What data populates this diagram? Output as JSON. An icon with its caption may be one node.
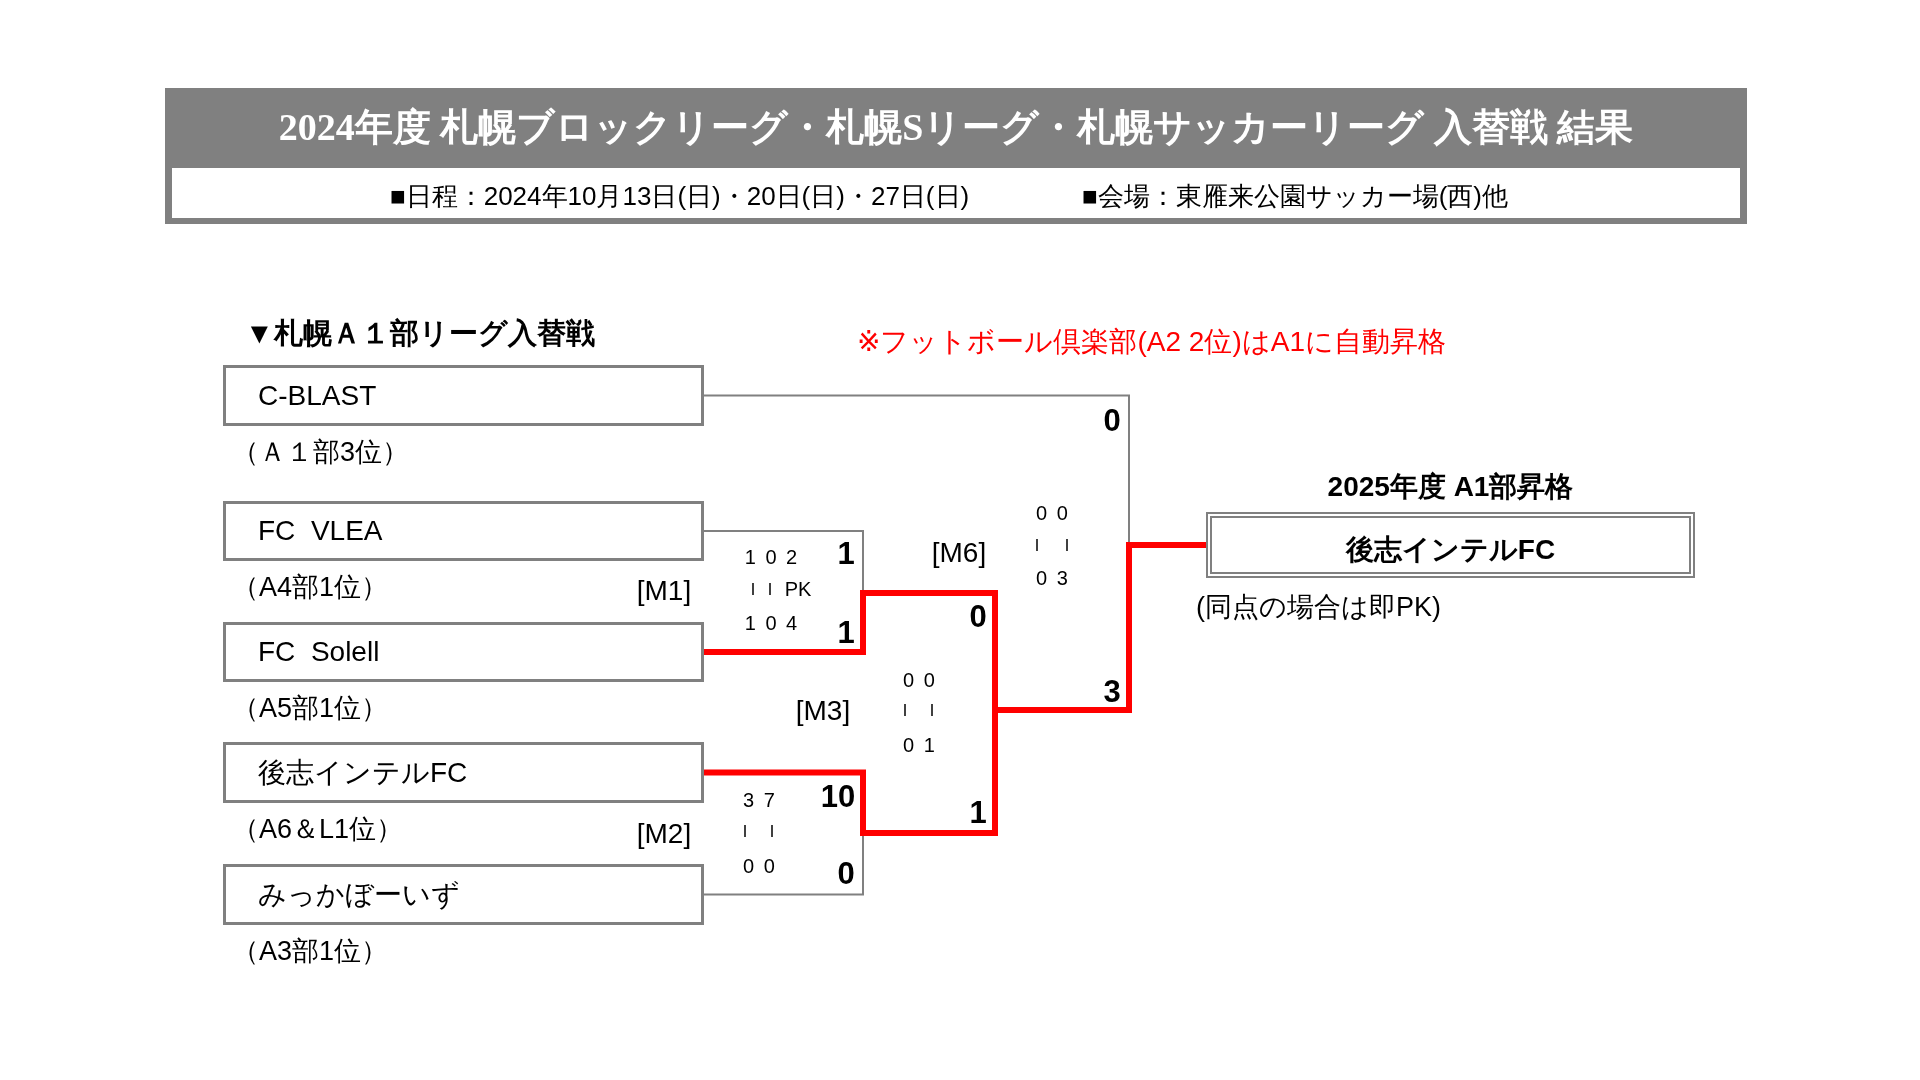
{
  "diagram": {
    "title": "2024年度 札幌ブロックリーグ・札幌Sリーグ・札幌サッカーリーグ 入替戦 結果",
    "nodes": [
      {
        "text": [
          "C-BLAST"
        ],
        "beside": [
          "（Ａ１部3位）"
        ]
      },
      {
        "text": [
          "FC  VLEA"
        ],
        "beside": [
          "（A4部1位）"
        ]
      },
      {
        "text": [
          "FC  Solell"
        ],
        "beside": [
          "（A5部1位）"
        ]
      },
      {
        "text": [
          "後志インテルFC"
        ],
        "beside": [
          "（A6＆L1位）"
        ]
      },
      {
        "text": [
          "みっかぼーいず"
        ],
        "beside": [
          "（A3部1位）"
        ]
      },
      {
        "text": [
          "2025年度 A1部昇格",
          "後志インテルFC"
        ],
        "beside": [
          "(同点の場合は即PK)"
        ]
      }
    ],
    "edges": [
      {
        "from": 0,
        "to": 5,
        "arrow": "none"
      },
      {
        "from": 1,
        "to": 5,
        "arrow": "none"
      },
      {
        "from": 4,
        "to": 5,
        "arrow": "none"
      },
      {
        "from": 2,
        "to": 5,
        "arrow": "none",
        "style": "thick",
        "color": "#ff0000"
      },
      {
        "from": 3,
        "to": 5,
        "arrow": "none",
        "style": "thick",
        "color": "#ff0000"
      }
    ],
    "labels": [
      "■日程：2024年10月13日(日)・20日(日)・27日(日)",
      "■会場：東雁来公園サッカー場(西)他",
      "▼札幌Ａ１部リーグ入替戦",
      "※フットボール倶楽部(A2 2位)はA1に自動昇格",
      "0",
      "0 0",
      "0 3",
      "[M6]",
      "1 0 2",
      "PK",
      "1 0 4",
      "1",
      "1",
      "[M1]",
      "0",
      "0 0",
      "0 1",
      "[M3]",
      "3",
      "3 7",
      "0 0",
      "10",
      "0",
      "1",
      "[M2]"
    ]
  }
}
